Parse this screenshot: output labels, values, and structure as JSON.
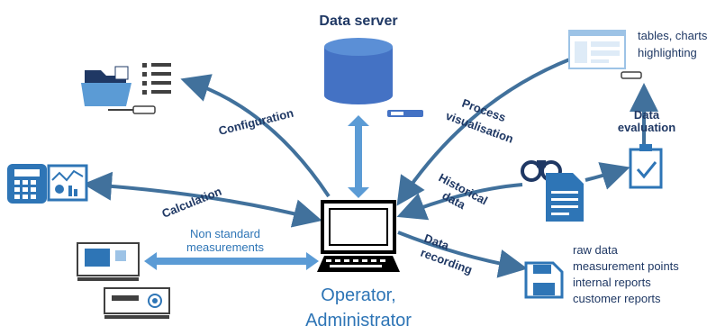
{
  "title": "Data server",
  "center": {
    "line1": "Operator,",
    "line2": "Administrator"
  },
  "arrows": {
    "configuration": "Configuration",
    "process": {
      "line1": "Process",
      "line2": "visualisation"
    },
    "calculation": "Calculation",
    "historical": {
      "line1": "Historical",
      "line2": "data"
    },
    "recording": {
      "line1": "Data",
      "line2": "recording"
    },
    "evaluation": {
      "line1": "Data",
      "line2": "evaluation"
    },
    "non_standard": {
      "line1": "Non standard",
      "line2": "measurements"
    }
  },
  "outputs": {
    "top_right": [
      "tables, charts",
      "highlighting"
    ],
    "reports": [
      "raw data",
      "measurement points",
      "internal reports",
      "customer reports"
    ]
  },
  "colors": {
    "arrow": "#41719c",
    "icon_blue": "#2e75b6",
    "icon_light": "#9dc3e6",
    "text_dark": "#1f3864",
    "text_light": "#2e75b6"
  }
}
